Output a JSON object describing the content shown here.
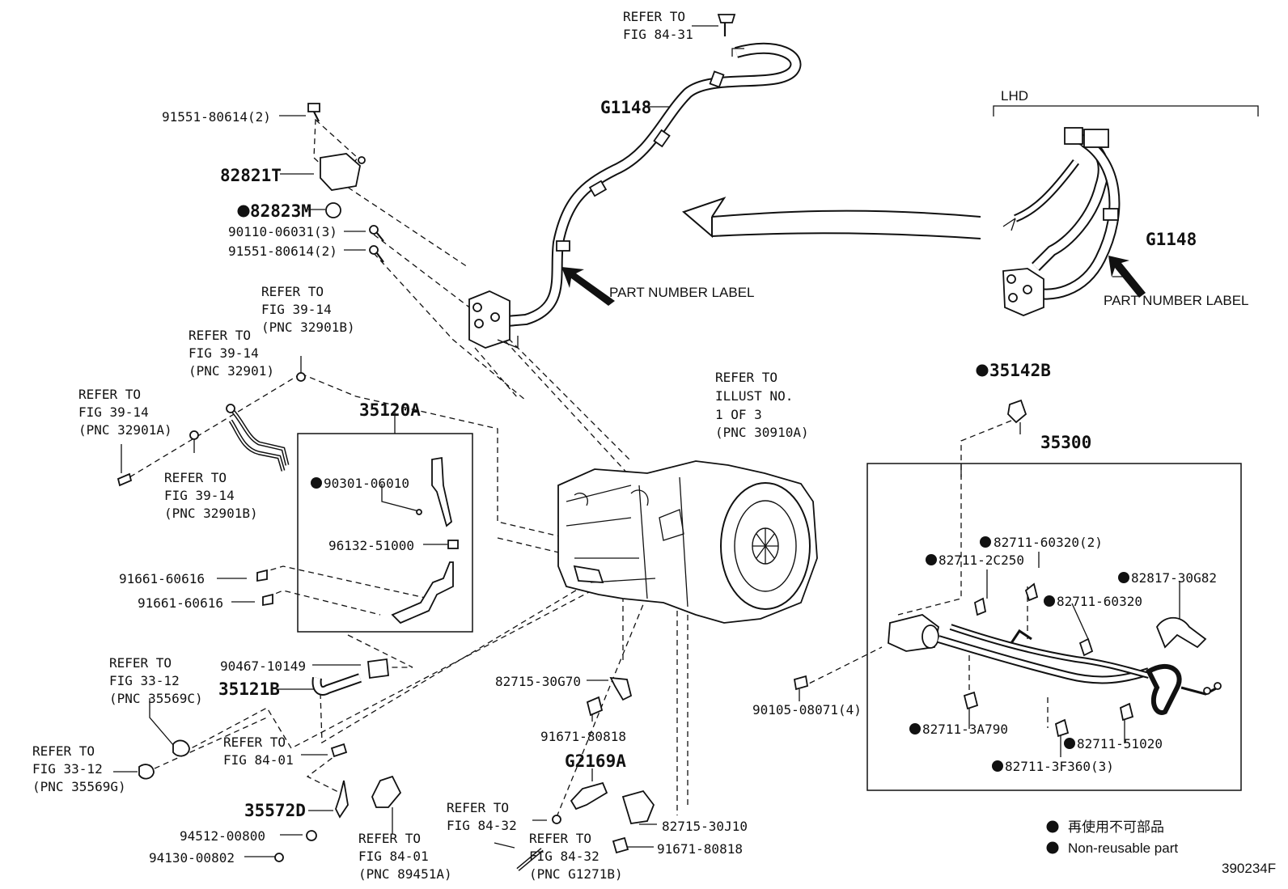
{
  "callouts": [
    {
      "id": "ref-84-31",
      "lines": [
        "REFER TO",
        "FIG 84-31"
      ]
    },
    {
      "id": "g1148-main",
      "lines": [
        "G1148"
      ],
      "big": true
    },
    {
      "id": "91551-80614-a",
      "lines": [
        "91551-80614(2)"
      ]
    },
    {
      "id": "82821t",
      "lines": [
        "82821T"
      ],
      "big": true
    },
    {
      "id": "82823m",
      "lines": [
        "82823M"
      ],
      "big": true,
      "nonreusable": true
    },
    {
      "id": "90110-06031",
      "lines": [
        "90110-06031(3)"
      ]
    },
    {
      "id": "91551-80614-b",
      "lines": [
        "91551-80614(2)"
      ]
    },
    {
      "id": "ref-39-14-32901b-top",
      "lines": [
        "REFER TO",
        "FIG 39-14",
        "(PNC 32901B)"
      ]
    },
    {
      "id": "ref-39-14-32901",
      "lines": [
        "REFER TO",
        "FIG 39-14",
        "(PNC 32901)"
      ]
    },
    {
      "id": "ref-39-14-32901a",
      "lines": [
        "REFER TO",
        "FIG 39-14",
        "(PNC 32901A)"
      ]
    },
    {
      "id": "ref-39-14-32901b-bot",
      "lines": [
        "REFER TO",
        "FIG 39-14",
        "(PNC 32901B)"
      ]
    },
    {
      "id": "35120a",
      "lines": [
        "35120A"
      ],
      "big": true
    },
    {
      "id": "90301-06010",
      "lines": [
        "90301-06010"
      ],
      "nonreusable": true
    },
    {
      "id": "96132-51000",
      "lines": [
        "96132-51000"
      ]
    },
    {
      "id": "91661-60616-a",
      "lines": [
        "91661-60616"
      ]
    },
    {
      "id": "91661-60616-b",
      "lines": [
        "91661-60616"
      ]
    },
    {
      "id": "ref-33-12-35569c",
      "lines": [
        "REFER TO",
        "FIG 33-12",
        "(PNC 35569C)"
      ]
    },
    {
      "id": "90467-10149",
      "lines": [
        "90467-10149"
      ]
    },
    {
      "id": "35121b",
      "lines": [
        "35121B"
      ],
      "big": true
    },
    {
      "id": "ref-33-12-35569g",
      "lines": [
        "REFER TO",
        "FIG 33-12",
        "(PNC 35569G)"
      ]
    },
    {
      "id": "ref-84-01",
      "lines": [
        "REFER TO",
        "FIG 84-01"
      ]
    },
    {
      "id": "35572d",
      "lines": [
        "35572D"
      ],
      "big": true
    },
    {
      "id": "94512-00800",
      "lines": [
        "94512-00800"
      ]
    },
    {
      "id": "94130-00802",
      "lines": [
        "94130-00802"
      ]
    },
    {
      "id": "ref-84-01-89451a",
      "lines": [
        "REFER TO",
        "FIG 84-01",
        "(PNC 89451A)"
      ]
    },
    {
      "id": "ref-84-32",
      "lines": [
        "REFER TO",
        "FIG 84-32"
      ]
    },
    {
      "id": "ref-84-32-g1271b",
      "lines": [
        "REFER TO",
        "FIG 84-32",
        "(PNC G1271B)"
      ]
    },
    {
      "id": "82715-30g70",
      "lines": [
        "82715-30G70"
      ]
    },
    {
      "id": "91671-80818-a",
      "lines": [
        "91671-80818"
      ]
    },
    {
      "id": "g2169a",
      "lines": [
        "G2169A"
      ],
      "big": true
    },
    {
      "id": "82715-30j10",
      "lines": [
        "82715-30J10"
      ]
    },
    {
      "id": "91671-80818-b",
      "lines": [
        "91671-80818"
      ]
    },
    {
      "id": "ref-illust",
      "lines": [
        "REFER TO",
        "ILLUST NO.",
        "1 OF 3",
        "(PNC 30910A)"
      ]
    },
    {
      "id": "35142b",
      "lines": [
        "35142B"
      ],
      "big": true,
      "nonreusable": true
    },
    {
      "id": "35300",
      "lines": [
        "35300"
      ],
      "big": true
    },
    {
      "id": "82711-60320-2",
      "lines": [
        "82711-60320(2)"
      ],
      "nonreusable": true
    },
    {
      "id": "82711-2c250",
      "lines": [
        "82711-2C250"
      ],
      "nonreusable": true
    },
    {
      "id": "82817-30g82",
      "lines": [
        "82817-30G82"
      ],
      "nonreusable": true
    },
    {
      "id": "82711-60320",
      "lines": [
        "82711-60320"
      ],
      "nonreusable": true
    },
    {
      "id": "90105-08071",
      "lines": [
        "90105-08071(4)"
      ]
    },
    {
      "id": "82711-3a790",
      "lines": [
        "82711-3A790"
      ],
      "nonreusable": true
    },
    {
      "id": "82711-51020",
      "lines": [
        "82711-51020"
      ],
      "nonreusable": true
    },
    {
      "id": "82711-3f360",
      "lines": [
        "82711-3F360(3)"
      ],
      "nonreusable": true
    },
    {
      "id": "lhd",
      "lines": [
        "LHD"
      ]
    },
    {
      "id": "g1148-lhd",
      "lines": [
        "G1148"
      ],
      "big": true
    },
    {
      "id": "pn-label-main",
      "lines": [
        "PART NUMBER LABEL"
      ],
      "sans": true
    },
    {
      "id": "pn-label-lhd",
      "lines": [
        "PART NUMBER LABEL"
      ],
      "sans": true
    }
  ],
  "legend": {
    "japanese": "再使用不可部品",
    "english": "Non-reusable part"
  },
  "illustration_code": "390234F"
}
